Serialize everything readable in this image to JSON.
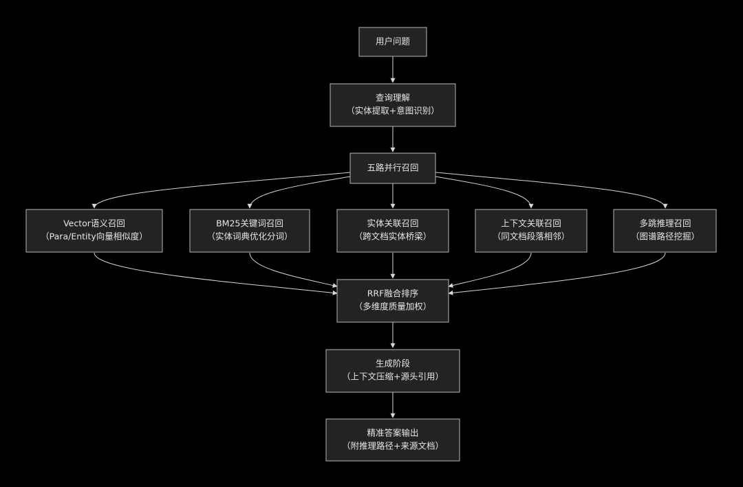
{
  "nodes": {
    "question": {
      "line1": "用户问题",
      "line2": ""
    },
    "query_understanding": {
      "line1": "查询理解",
      "line2": "（实体提取+意图识别）"
    },
    "five_way_recall": {
      "line1": "五路并行召回",
      "line2": ""
    },
    "vector_recall": {
      "line1": "Vector语义召回",
      "line2": "（Para/Entity向量相似度）"
    },
    "bm25_recall": {
      "line1": "BM25关键词召回",
      "line2": "（实体词典优化分词）"
    },
    "entity_recall": {
      "line1": "实体关联召回",
      "line2": "（跨文档实体桥梁）"
    },
    "context_recall": {
      "line1": "上下文关联召回",
      "line2": "（同文档段落相邻）"
    },
    "multihop_recall": {
      "line1": "多跳推理召回",
      "line2": "（图谱路径挖掘）"
    },
    "rrf_fusion": {
      "line1": "RRF融合排序",
      "line2": "（多维度质量加权）"
    },
    "generation": {
      "line1": "生成阶段",
      "line2": "（上下文压缩+源头引用）"
    },
    "answer_output": {
      "line1": "精准答案输出",
      "line2": "（附推理路径+来源文档）"
    }
  },
  "edges": [
    {
      "from": "question",
      "to": "query_understanding"
    },
    {
      "from": "query_understanding",
      "to": "five_way_recall"
    },
    {
      "from": "five_way_recall",
      "to": "vector_recall"
    },
    {
      "from": "five_way_recall",
      "to": "bm25_recall"
    },
    {
      "from": "five_way_recall",
      "to": "entity_recall"
    },
    {
      "from": "five_way_recall",
      "to": "context_recall"
    },
    {
      "from": "five_way_recall",
      "to": "multihop_recall"
    },
    {
      "from": "vector_recall",
      "to": "rrf_fusion"
    },
    {
      "from": "bm25_recall",
      "to": "rrf_fusion"
    },
    {
      "from": "entity_recall",
      "to": "rrf_fusion"
    },
    {
      "from": "context_recall",
      "to": "rrf_fusion"
    },
    {
      "from": "multihop_recall",
      "to": "rrf_fusion"
    },
    {
      "from": "rrf_fusion",
      "to": "generation"
    },
    {
      "from": "generation",
      "to": "answer_output"
    }
  ]
}
